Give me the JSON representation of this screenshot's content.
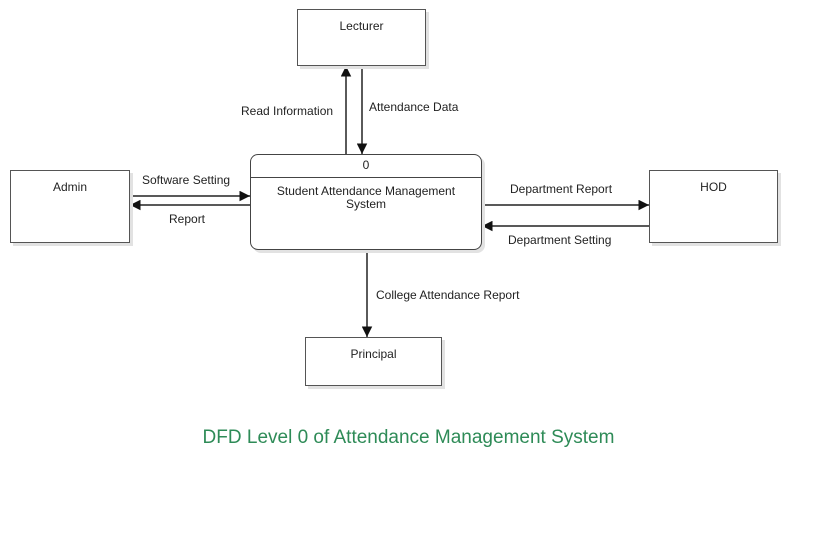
{
  "entities": {
    "lecturer": "Lecturer",
    "admin": "Admin",
    "hod": "HOD",
    "principal": "Principal"
  },
  "process": {
    "id": "0",
    "name": "Student Attendance Management System"
  },
  "flows": {
    "read_information": "Read Information",
    "attendance_data": "Attendance Data",
    "software_setting": "Software Setting",
    "report": "Report",
    "department_report": "Department Report",
    "department_setting": "Department Setting",
    "college_attendance_report": "College Attendance Report"
  },
  "caption": "DFD Level 0 of Attendance Management System",
  "colors": {
    "caption": "#2e8b57",
    "line": "#222222"
  }
}
